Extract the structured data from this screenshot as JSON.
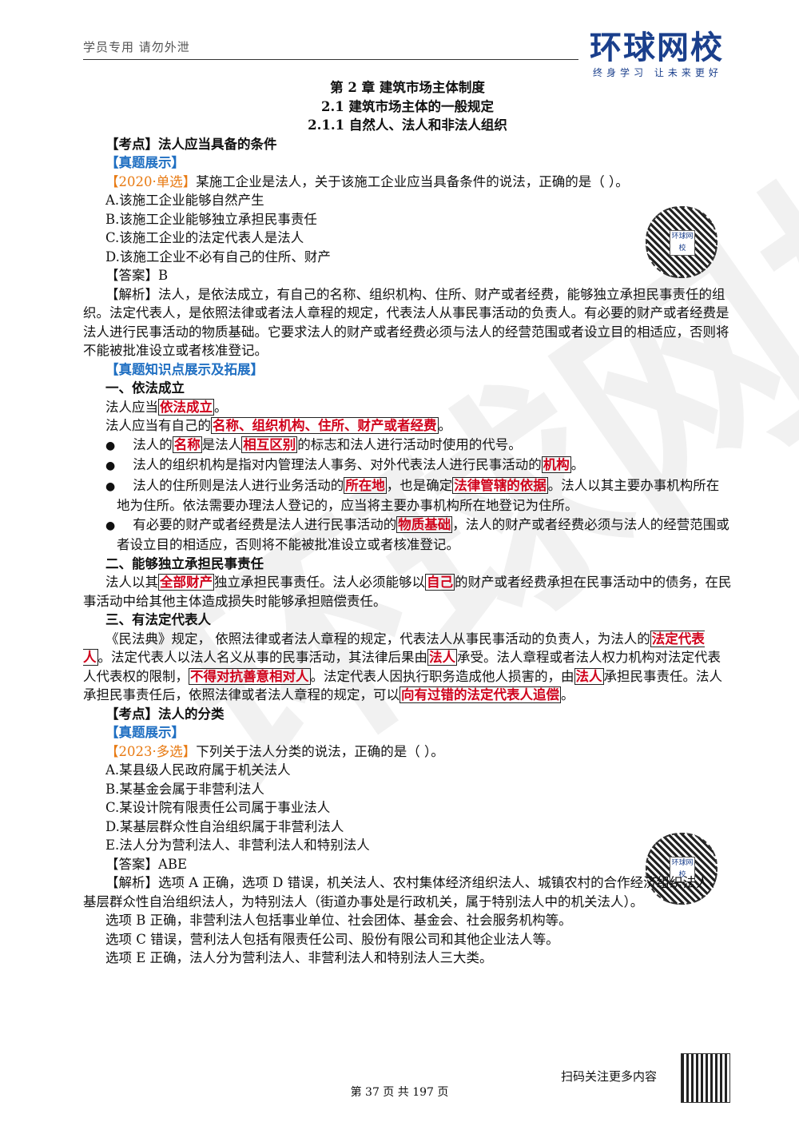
{
  "header": {
    "left": "学员专用 请勿外泄",
    "logo_main": "环球网校",
    "logo_sub": "终身学习 让未来更好"
  },
  "title": {
    "chapter": "第 2 章  建筑市场主体制度",
    "section": "2.1  建筑市场主体的一般规定",
    "subsection": "2.1.1  自然人、法人和非法人组织"
  },
  "p1": {
    "kaodian": "【考点】法人应当具备的条件",
    "zhenti": "【真题展示】",
    "tag": "【2020·单选】",
    "question": "某施工企业是法人，关于该施工企业应当具备条件的说法，正确的是（    ）。",
    "options": [
      "A.该施工企业能够自然产生",
      "B.该施工企业能够独立承担民事责任",
      "C.该施工企业的法定代表人是法人",
      "D.该施工企业不必有自己的住所、财产"
    ],
    "answer": "【答案】B",
    "analysis": "【解析】法人，是依法成立，有自己的名称、组织机构、住所、财产或者经费，能够独立承担民事责任的组织。法定代表人，是依照法律或者法人章程的规定，代表法人从事民事活动的负责人。有必要的财产或者经费是法人进行民事活动的物质基础。它要求法人的财产或者经费必须与法人的经营范围或者设立目的相适应，否则将不能被批准设立或者核准登记。",
    "expand": "【真题知识点展示及拓展】"
  },
  "s1": {
    "title": "一、依法成立",
    "l1a": "法人应当",
    "l1h": "依法成立",
    "l1b": "。",
    "l2a": "法人应当有自己的",
    "l2h": "名称、组织机构、住所、财产或者经费",
    "l2b": "。",
    "b1a": "法人的",
    "b1h1": "名称",
    "b1b": "是法人",
    "b1h2": "相互区别",
    "b1c": "的标志和法人进行活动时使用的代号。",
    "b2a": "法人的组织机构是指对内管理法人事务、对外代表法人进行民事活动的",
    "b2h": "机构",
    "b2b": "。",
    "b3a": "法人的住所则是法人进行业务活动的",
    "b3h1": "所在地",
    "b3b": "，也是确定",
    "b3h2": "法律管辖的依据",
    "b3c": "。法人以其主要办事机构所在地为住所。依法需要办理法人登记的，应当将主要办事机构所在地登记为住所。",
    "b4a": "有必要的财产或者经费是法人进行民事活动的",
    "b4h": "物质基础",
    "b4b": "，法人的财产或者经费必须与法人的经营范围或者设立目的相适应，否则将不能被批准设立或者核准登记。"
  },
  "s2": {
    "title": "二、能够独立承担民事责任",
    "a": "法人以其",
    "h1": "全部财产",
    "b": "独立承担民事责任。法人必须能够以",
    "h2": "自己",
    "c": "的财产或者经费承担在民事活动中的债务，在民事活动中给其他主体造成损失时能够承担赔偿责任。"
  },
  "s3": {
    "title": "三、有法定代表人",
    "a": "《民法典》规定， 依照法律或者法人章程的规定，代表法人从事民事活动的负责人，为法人的",
    "h1": "法定代表人",
    "b": "。法定代表人以法人名义从事的民事活动，其法律后果由",
    "h2": "法人",
    "c": "承受。法人章程或者法人权力机构对法定代表人代表权的限制，",
    "h3": "不得对抗善意相对人",
    "d": "。法定代表人因执行职务造成他人损害的，由",
    "h4": "法人",
    "e": "承担民事责任。法人承担民事责任后，依照法律或者法人章程的规定，可以",
    "h5": "向有过错的法定代表人追偿",
    "f": "。"
  },
  "p2": {
    "kaodian": "【考点】法人的分类",
    "zhenti": "【真题展示】",
    "tag": "【2023·多选】",
    "question": "下列关于法人分类的说法，正确的是（    ）。",
    "options": [
      "A.某县级人民政府属于机关法人",
      "B.某基金会属于非营利法人",
      "C.某设计院有限责任公司属于事业法人",
      "D.某基层群众性自治组织属于非营利法人",
      "E.法人分为营利法人、非营利法人和特别法人"
    ],
    "answer": "【答案】ABE",
    "analysis": "【解析】选项 A 正确，选项 D 错误，机关法人、农村集体经济组织法人、城镇农村的合作经济组织法人、基层群众性自治组织法人，为特别法人（街道办事处是行政机关，属于特别法人中的机关法人）。",
    "e1": "选项 B 正确，非营利法人包括事业单位、社会团体、基金会、社会服务机构等。",
    "e2": "选项 C 错误，营利法人包括有限责任公司、股份有限公司和其他企业法人等。",
    "e3": "选项 E 正确，法人分为营利法人、非营利法人和特别法人三大类。"
  },
  "qr": {
    "label": "环球网校"
  },
  "footer": {
    "page": "第 37 页 共 197 页",
    "scan": "扫码关注更多内容"
  }
}
